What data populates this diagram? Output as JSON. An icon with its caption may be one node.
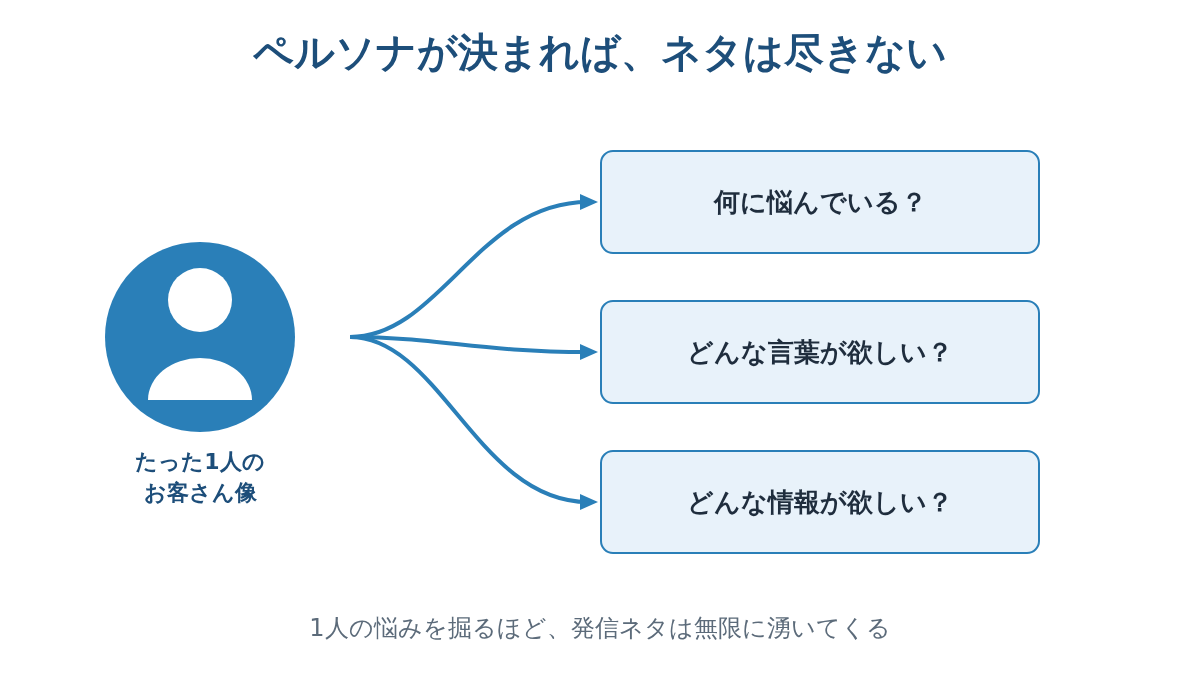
{
  "diagram": {
    "title": "ペルソナが決まれば、ネタは尽きない",
    "caption": "1人の悩みを掘るほど、発信ネタは無限に湧いてくる",
    "nodes": [
      {
        "text": [],
        "shape": "person",
        "beside": [
          "たった1人のお客さん像"
        ]
      },
      {
        "text": [
          "何に悩んでいる？"
        ]
      },
      {
        "text": [
          "どんな言葉が欲しい？"
        ]
      },
      {
        "text": [
          "どんな情報が欲しい？"
        ]
      }
    ],
    "edges": [
      {
        "from": 0,
        "to": 1,
        "arrow": "to"
      },
      {
        "from": 0,
        "to": 2,
        "arrow": "to"
      },
      {
        "from": 0,
        "to": 3,
        "arrow": "to"
      }
    ]
  }
}
